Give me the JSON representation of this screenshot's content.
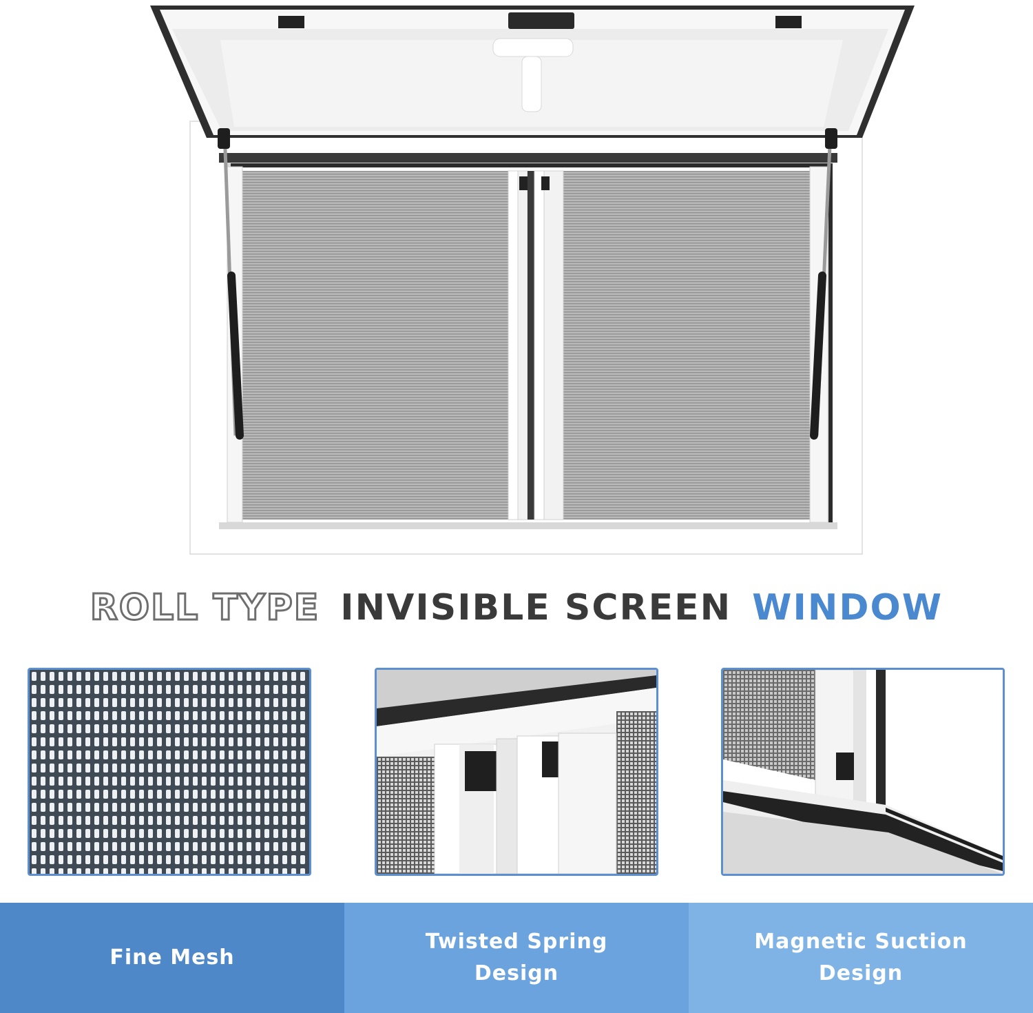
{
  "title": {
    "part_outline": "ROLL TYPE",
    "part_dark": "INVISIBLE SCREEN",
    "part_blue": "WINDOW"
  },
  "features": [
    {
      "label": "Fine Mesh",
      "color": "#4f88c9"
    },
    {
      "label": "Twisted Spring\nDesign",
      "color": "#6aa3de"
    },
    {
      "label": "Magnetic Suction\nDesign",
      "color": "#7fb3e6"
    }
  ],
  "colors": {
    "accent_blue": "#4a88cf",
    "frame_border": "#5b8fcf",
    "dark_text": "#3a3a3a"
  }
}
